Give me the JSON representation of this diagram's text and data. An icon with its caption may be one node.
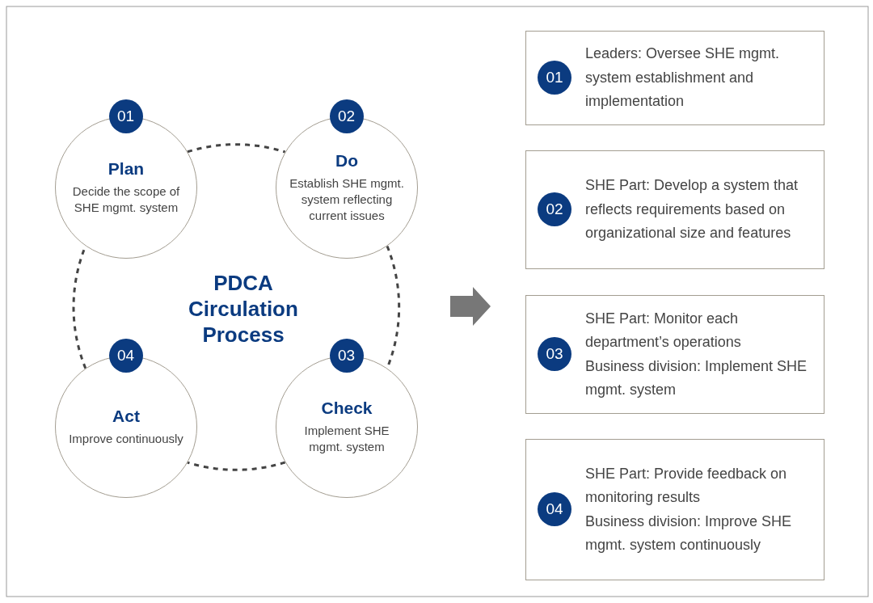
{
  "diagram": {
    "nodes": [
      {
        "text": [
          "01",
          "Plan",
          "Decide the scope of SHE mgmt. system"
        ]
      },
      {
        "text": [
          "02",
          "Do",
          "Establish SHE mgmt. system reflecting current issues"
        ]
      },
      {
        "text": [
          "03",
          "Check",
          "Implement SHE mgmt. system"
        ]
      },
      {
        "text": [
          "04",
          "Act",
          "Improve continuously"
        ]
      },
      {
        "text": [
          "01",
          "Leaders: Oversee SHE mgmt. system establishment and implementation"
        ]
      },
      {
        "text": [
          "02",
          "SHE Part: Develop a system that reflects requirements based on organizational size and features"
        ]
      },
      {
        "text": [
          "03",
          "SHE Part: Monitor each department’s operations",
          "Business division: Implement SHE mgmt. system"
        ]
      },
      {
        "text": [
          "04",
          "SHE Part: Provide feedback on monitoring results",
          "Business division: Improve SHE mgmt. system continuously"
        ]
      }
    ],
    "edges": [
      {
        "from": 0,
        "to": 1,
        "arrow": "none",
        "style": "dashed"
      },
      {
        "from": 1,
        "to": 2,
        "arrow": "none",
        "style": "dashed"
      },
      {
        "from": 2,
        "to": 3,
        "arrow": "none",
        "style": "dashed"
      },
      {
        "from": 3,
        "to": 0,
        "arrow": "none",
        "style": "dashed"
      }
    ],
    "labels": [
      "PDCA Circulation Process"
    ]
  }
}
